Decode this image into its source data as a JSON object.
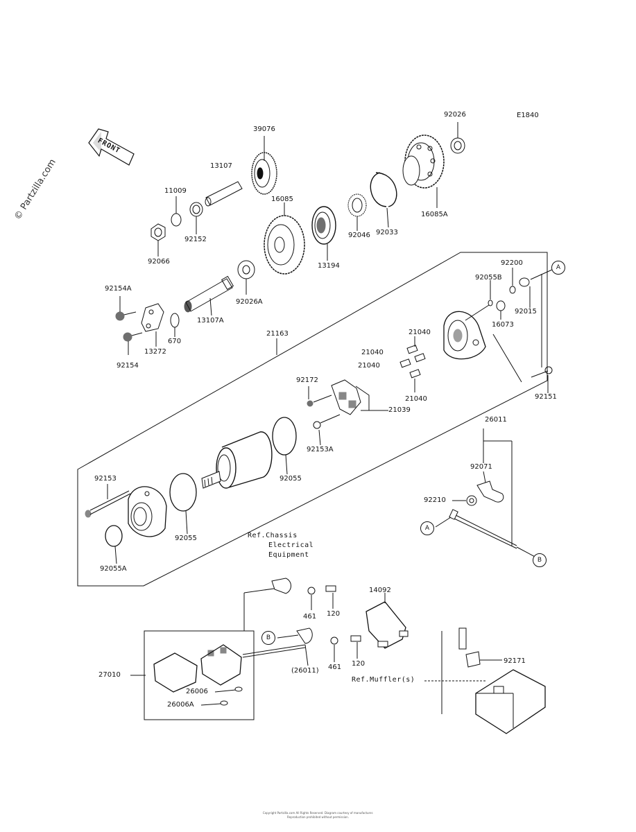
{
  "diagram_code": "E1840",
  "watermark": "© Partzilla.com",
  "front_arrow_label": "FRONT",
  "parts": {
    "p39076": "39076",
    "p13107": "13107",
    "p11009": "11009",
    "p92152": "92152",
    "p92066": "92066",
    "p16085": "16085",
    "p92026": "92026",
    "p16085A": "16085A",
    "p92046": "92046",
    "p92033": "92033",
    "p13194": "13194",
    "p92026A": "92026A",
    "p13107A": "13107A",
    "p92154A": "92154A",
    "p13272": "13272",
    "p670": "670",
    "p92154": "92154",
    "p21163": "21163",
    "p92200": "92200",
    "p92055B": "92055B",
    "p92015": "92015",
    "p16073": "16073",
    "p21040a": "21040",
    "p21040b": "21040",
    "p21040c": "21040",
    "p21040d": "21040",
    "p92172": "92172",
    "p21039": "21039",
    "p92153A": "92153A",
    "p92151": "92151",
    "p26011": "26011",
    "p92071": "92071",
    "p92210": "92210",
    "p92153": "92153",
    "p92055a": "92055",
    "p92055b": "92055",
    "p92055A": "92055A",
    "p14092": "14092",
    "p461a": "461",
    "p120a": "120",
    "p461b": "461",
    "p120b": "120",
    "p27010": "27010",
    "p26006": "26006",
    "p26006A": "26006A",
    "p26011paren": "(26011)",
    "p92171": "92171"
  },
  "refs": {
    "chassis_1": "Ref.Chassis",
    "chassis_2": "Electrical",
    "chassis_3": "Equipment",
    "muffler": "Ref.Muffler(s)"
  },
  "callouts": {
    "a1": "A",
    "a2": "A",
    "b1": "B",
    "b2": "B"
  },
  "footer": {
    "line1": "Copyright Partzilla.com All Rights Reserved. Diagram courtesy of manufacturer.",
    "line2": "Reproduction prohibited without permission."
  }
}
